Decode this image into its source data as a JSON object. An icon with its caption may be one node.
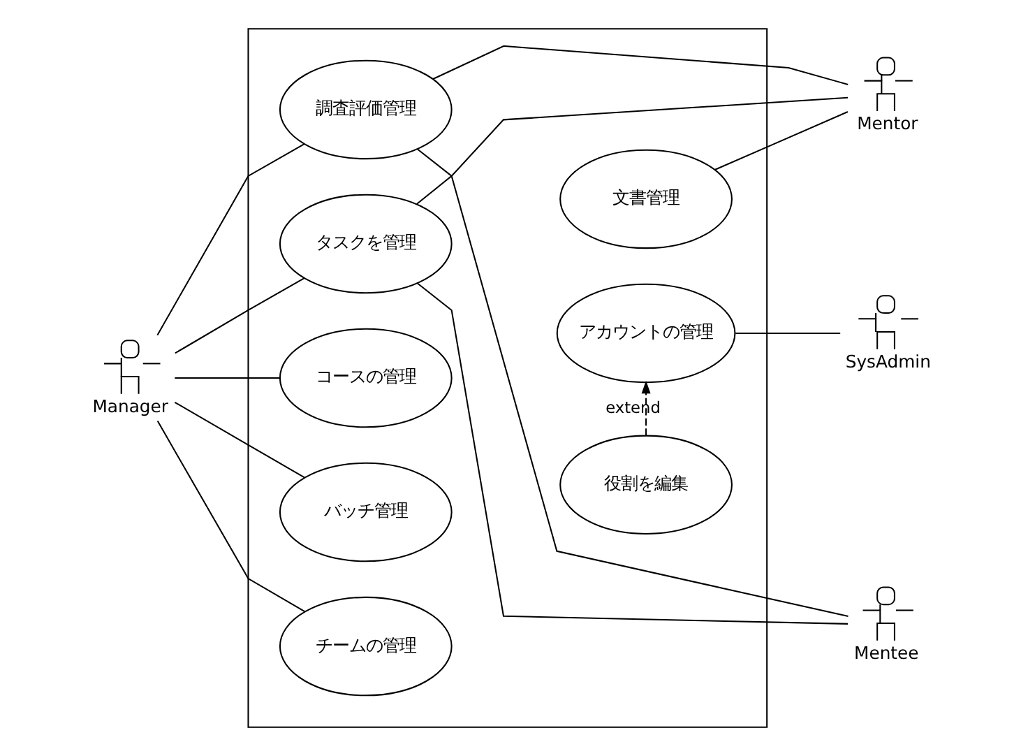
{
  "diagram": {
    "nodes": [
      {
        "text": [],
        "shape": "box"
      },
      {
        "text": [
          "調査評価管理"
        ],
        "in": 0
      },
      {
        "text": [
          "タスクを管理"
        ],
        "in": 0
      },
      {
        "text": [
          "コースの管理"
        ],
        "in": 0
      },
      {
        "text": [
          "文書管理"
        ],
        "in": 0
      },
      {
        "text": [
          "バッチ管理"
        ],
        "in": 0
      },
      {
        "text": [
          "アカウントの管理"
        ],
        "in": 0
      },
      {
        "text": [
          "チームの管理"
        ],
        "in": 0
      },
      {
        "text": [
          "役割を編集"
        ],
        "in": 0
      },
      {
        "text": [
          "Manager"
        ]
      },
      {
        "text": [
          "Mentee"
        ]
      },
      {
        "text": [
          "Mentor"
        ]
      },
      {
        "text": [
          "SysAdmin"
        ]
      }
    ],
    "edges": [
      {
        "from": 9,
        "to": 1,
        "arrow": "none"
      },
      {
        "from": 9,
        "to": 2,
        "arrow": "none"
      },
      {
        "from": 9,
        "to": 3,
        "arrow": "none"
      },
      {
        "from": 9,
        "to": 5,
        "arrow": "none"
      },
      {
        "from": 9,
        "to": 7,
        "arrow": "none"
      },
      {
        "from": 1,
        "to": 10,
        "arrow": "none"
      },
      {
        "from": 1,
        "to": 11,
        "arrow": "none"
      },
      {
        "from": 2,
        "to": 10,
        "arrow": "none"
      },
      {
        "from": 2,
        "to": 11,
        "arrow": "none"
      },
      {
        "from": 4,
        "to": 11,
        "arrow": "none"
      },
      {
        "from": 6,
        "to": 12,
        "arrow": "none"
      },
      {
        "from": 8,
        "to": 6,
        "arrow": "to",
        "style": "dashed",
        "label": "extend"
      }
    ]
  }
}
